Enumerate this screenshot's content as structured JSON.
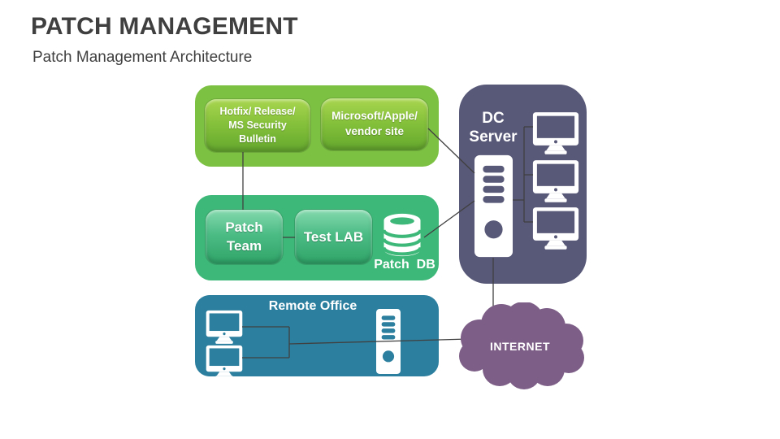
{
  "slide": {
    "title": "PATCH MANAGEMENT",
    "subtitle": "Patch Management Architecture"
  },
  "nodes": {
    "hotfix": "Hotfix/ Release/\nMS Security\nBulletin",
    "vendor": "Microsoft/Apple/\nvendor site",
    "patch_team": "Patch\nTeam",
    "test_lab": "Test LAB",
    "patch_db": "Patch  DB",
    "dc_server": "DC\nServer",
    "remote_office": "Remote Office",
    "internet": "INTERNET"
  },
  "icons": {
    "database": "database-icon",
    "server_tower": "server-tower-icon",
    "monitor": "monitor-icon",
    "cloud": "cloud-icon"
  },
  "colors": {
    "source_box": "#7CC142",
    "patch_box": "#3EB878",
    "remote_box": "#2C7F9E",
    "dc_box": "#585878",
    "cloud": "#7D5E87",
    "connector": "#404040",
    "title_text": "#3F3F3F"
  }
}
